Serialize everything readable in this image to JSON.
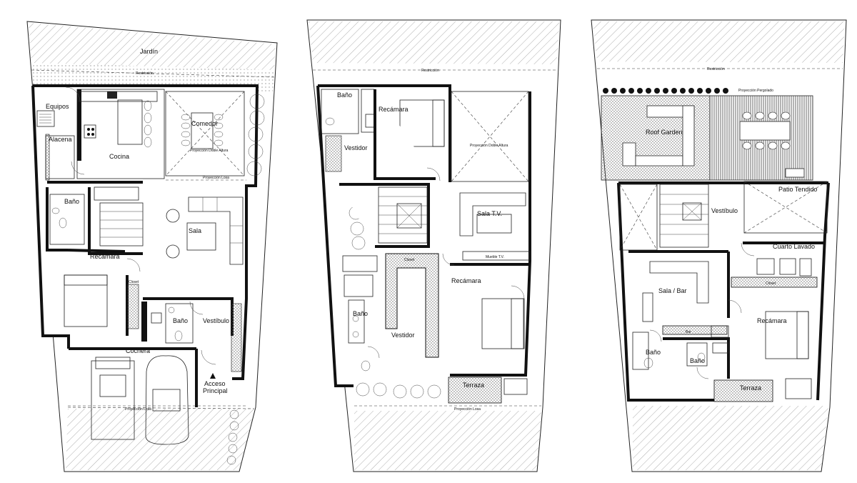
{
  "plans": [
    {
      "id": "planta-baja",
      "rooms": {
        "jardin": "Jardín",
        "equipos": "Equipos",
        "alacena": "Alacena",
        "cocina": "Cocina",
        "comedor": "Comedor",
        "comedor_note": "Proyección Doble Altura",
        "bano": "Baño",
        "recamara": "Recámara",
        "sala": "Sala",
        "bano2": "Baño",
        "vestibulo": "Vestíbulo",
        "cochera": "Cochera",
        "acceso": "Acceso",
        "acceso2": "Principal"
      },
      "notes": {
        "proyeccion_losa": "Proyección Losa",
        "proyeccion_losa2": "Proyección Losa",
        "restriccion": "Restricción",
        "closet": "Closet"
      }
    },
    {
      "id": "planta-alta",
      "rooms": {
        "bano": "Baño",
        "recamara": "Recámara",
        "vestidor": "Vestidor",
        "doble_altura": "Proyección Doble Altura",
        "sala_tv": "Sala T.V.",
        "mueble_tv": "Mueble T.V.",
        "recamara2": "Recámara",
        "bano2": "Baño",
        "vestidor2": "Vestidor",
        "terraza": "Terraza"
      },
      "notes": {
        "proyeccion_losa": "Proyección Losa",
        "restriccion": "Restricción",
        "closet": "Closet"
      }
    },
    {
      "id": "azotea",
      "rooms": {
        "proyeccion_pergolado": "Proyección Pergolado",
        "roof_garden": "Roof Garden",
        "patio_tendido": "Patio Tendido",
        "vestibulo": "Vestíbulo",
        "cuarto_lavado": "Cuarto Lavado",
        "sala_bar": "Sala / Bar",
        "recamara": "Recámara",
        "bano": "Baño",
        "bano2": "Baño",
        "terraza": "Terraza"
      },
      "notes": {
        "restriccion": "Restricción",
        "closet": "Closet",
        "bar": "Bar"
      }
    }
  ],
  "colors": {
    "line": "#111111",
    "hatch": "#555555",
    "wood": "#444444"
  }
}
